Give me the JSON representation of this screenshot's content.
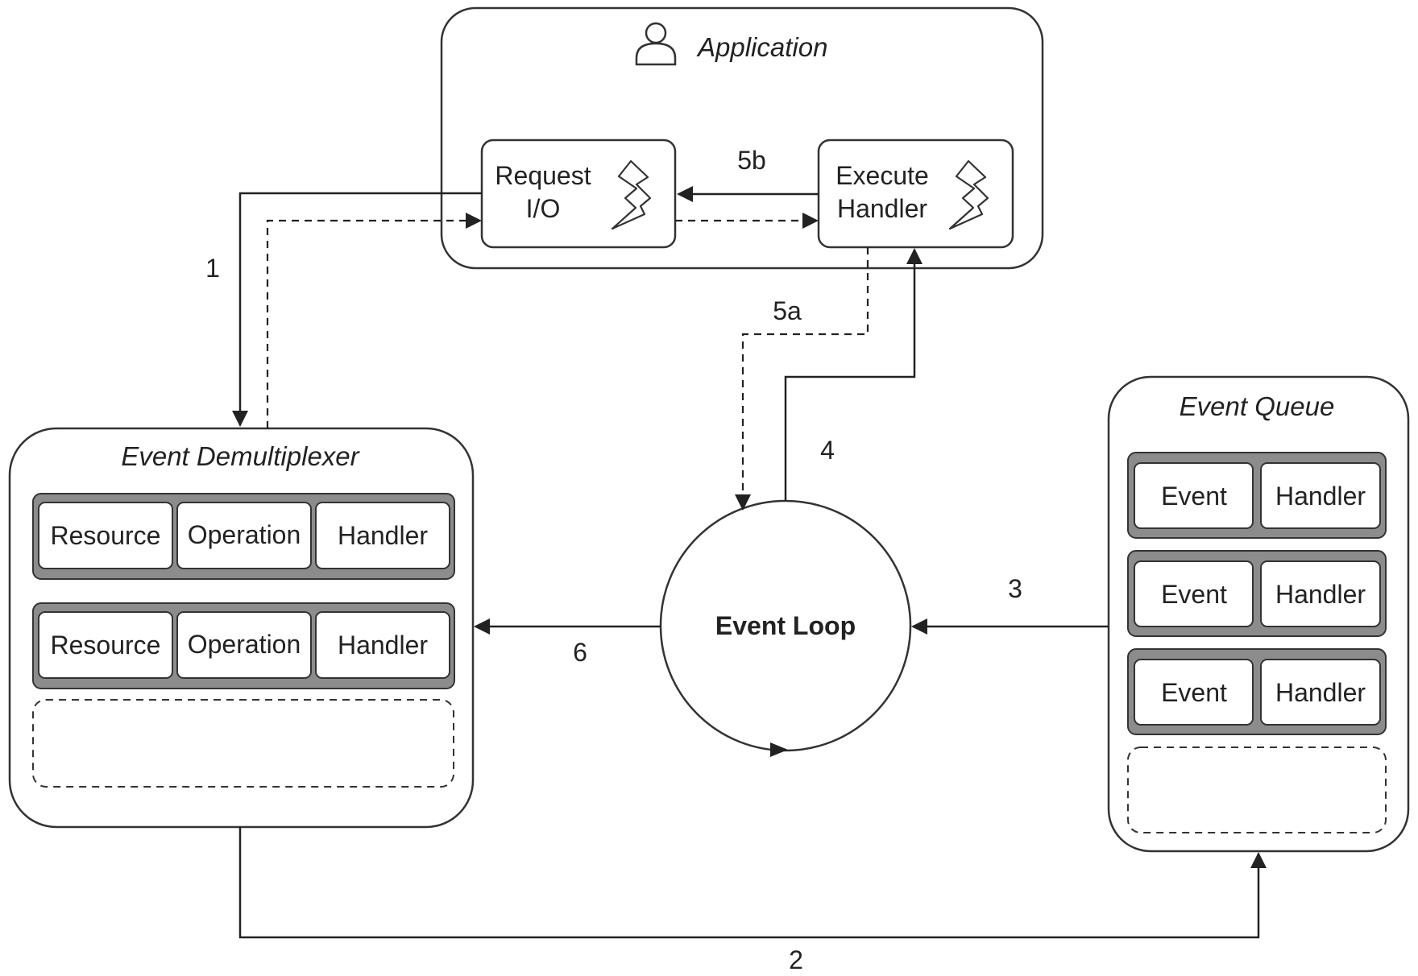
{
  "application": {
    "title": "Application"
  },
  "request_box": {
    "line1": "Request",
    "line2": "I/O"
  },
  "execute_box": {
    "line1": "Execute",
    "line2": "Handler"
  },
  "demultiplexer": {
    "title": "Event Demultiplexer",
    "rows": [
      {
        "resource": "Resource",
        "operation": "Operation",
        "handler": "Handler"
      },
      {
        "resource": "Resource",
        "operation": "Operation",
        "handler": "Handler"
      }
    ]
  },
  "event_queue": {
    "title": "Event Queue",
    "rows": [
      {
        "event": "Event",
        "handler": "Handler"
      },
      {
        "event": "Event",
        "handler": "Handler"
      },
      {
        "event": "Event",
        "handler": "Handler"
      }
    ]
  },
  "event_loop": {
    "title": "Event Loop"
  },
  "steps": {
    "s1": "1",
    "s2": "2",
    "s3": "3",
    "s4": "4",
    "s5a": "5a",
    "s5b": "5b",
    "s6": "6"
  },
  "colors": {
    "stroke": "#333333",
    "row_fill": "#8c8c8c",
    "background": "#ffffff"
  },
  "icons": [
    "user-icon",
    "lightning-icon"
  ]
}
